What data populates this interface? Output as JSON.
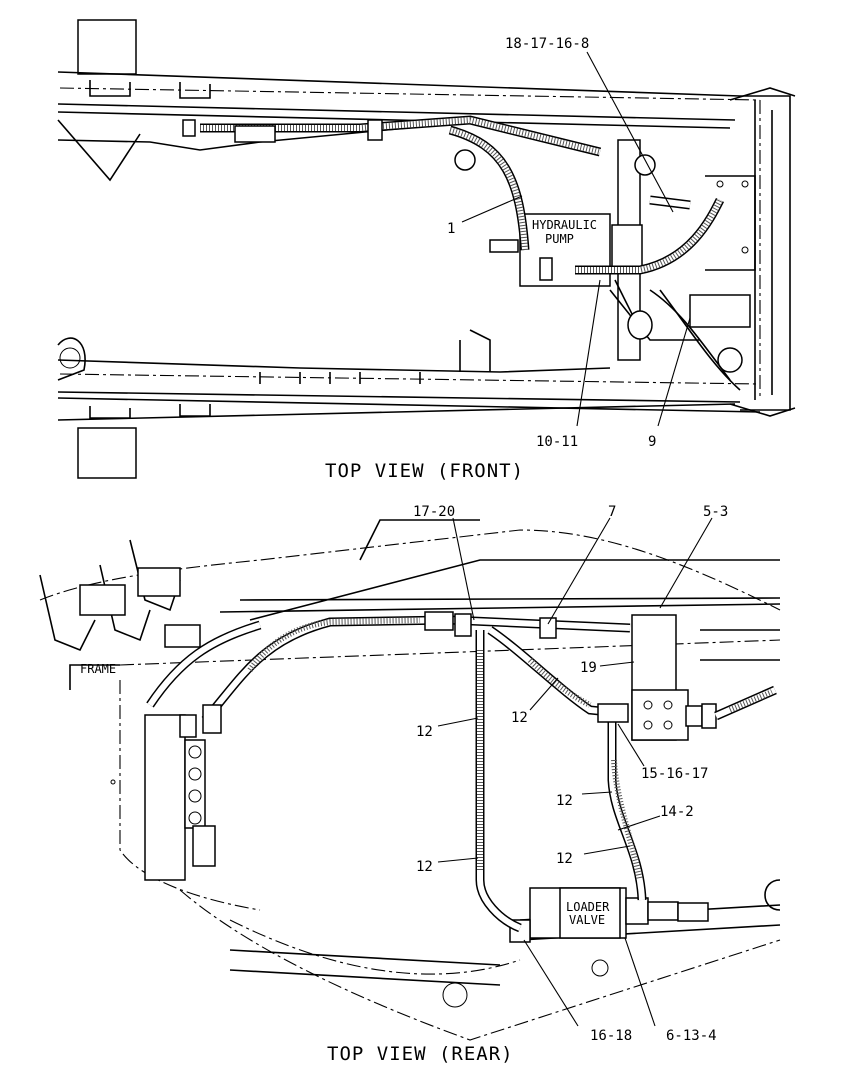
{
  "front_view": {
    "caption": "TOP VIEW (FRONT)",
    "component_label_line1": "HYDRAULIC",
    "component_label_line2": "PUMP",
    "callouts": {
      "c_18_17_16_8": "18-17-16-8",
      "c_1": "1",
      "c_10_11": "10-11",
      "c_9": "9"
    }
  },
  "rear_view": {
    "caption": "TOP VIEW (REAR)",
    "frame_label": "FRAME",
    "component_label_line1": "LOADER",
    "component_label_line2": "VALVE",
    "callouts": {
      "c_17_20": "17-20",
      "c_7": "7",
      "c_5_3": "5-3",
      "c_19": "19",
      "c_12_a": "12",
      "c_12_b": "12",
      "c_12_c": "12",
      "c_12_d": "12",
      "c_12_e": "12",
      "c_15_16_17": "15-16-17",
      "c_14_2": "14-2",
      "c_16_18": "16-18",
      "c_6_13_4": "6-13-4"
    }
  }
}
